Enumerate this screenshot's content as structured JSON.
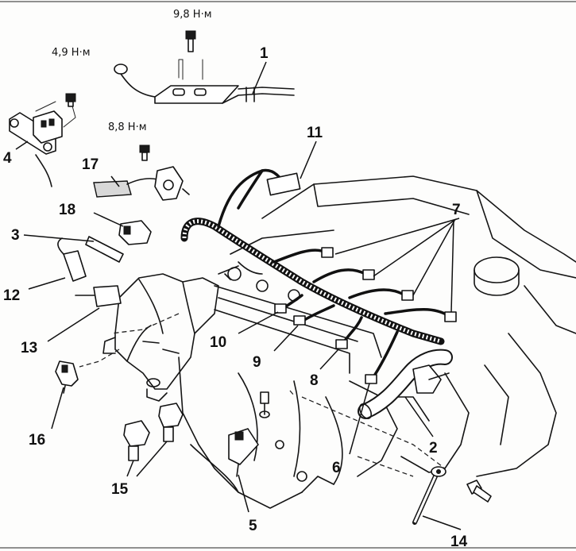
{
  "torques": {
    "t1": "9,8 Н·м",
    "t2": "4,9 Н·м",
    "t3": "8,8 Н·м"
  },
  "labels": {
    "l1": "1",
    "l2": "2",
    "l3": "3",
    "l4": "4",
    "l5": "5",
    "l6": "6",
    "l7": "7",
    "l8": "8",
    "l9": "9",
    "l10": "10",
    "l11": "11",
    "l12": "12",
    "l13": "13",
    "l14": "14",
    "l15": "15",
    "l16": "16",
    "l17": "17",
    "l18": "18"
  }
}
